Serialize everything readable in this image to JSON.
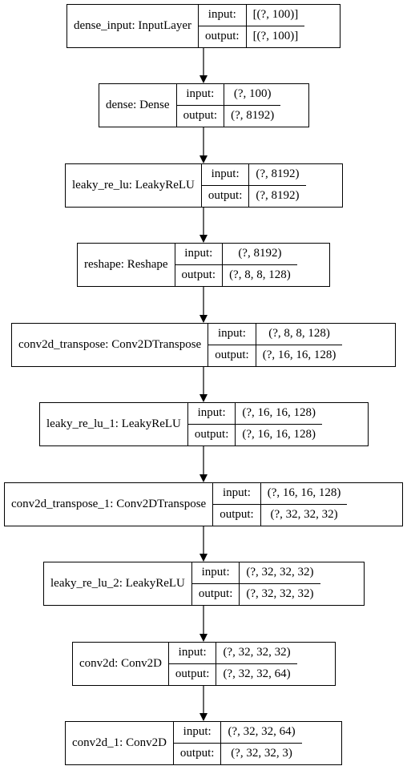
{
  "nodes": [
    {
      "name": "dense_input: InputLayer",
      "input": "[(?, 100)]",
      "output": "[(?, 100)]"
    },
    {
      "name": "dense: Dense",
      "input": "(?, 100)",
      "output": "(?, 8192)"
    },
    {
      "name": "leaky_re_lu: LeakyReLU",
      "input": "(?, 8192)",
      "output": "(?, 8192)"
    },
    {
      "name": "reshape: Reshape",
      "input": "(?, 8192)",
      "output": "(?, 8, 8, 128)"
    },
    {
      "name": "conv2d_transpose: Conv2DTranspose",
      "input": "(?, 8, 8, 128)",
      "output": "(?, 16, 16, 128)"
    },
    {
      "name": "leaky_re_lu_1: LeakyReLU",
      "input": "(?, 16, 16, 128)",
      "output": "(?, 16, 16, 128)"
    },
    {
      "name": "conv2d_transpose_1: Conv2DTranspose",
      "input": "(?, 16, 16, 128)",
      "output": "(?, 32, 32, 32)"
    },
    {
      "name": "leaky_re_lu_2: LeakyReLU",
      "input": "(?, 32, 32, 32)",
      "output": "(?, 32, 32, 32)"
    },
    {
      "name": "conv2d: Conv2D",
      "input": "(?, 32, 32, 32)",
      "output": "(?, 32, 32, 64)"
    },
    {
      "name": "conv2d_1: Conv2D",
      "input": "(?, 32, 32, 64)",
      "output": "(?, 32, 32, 3)"
    }
  ],
  "labels": {
    "input": "input:",
    "output": "output:"
  }
}
